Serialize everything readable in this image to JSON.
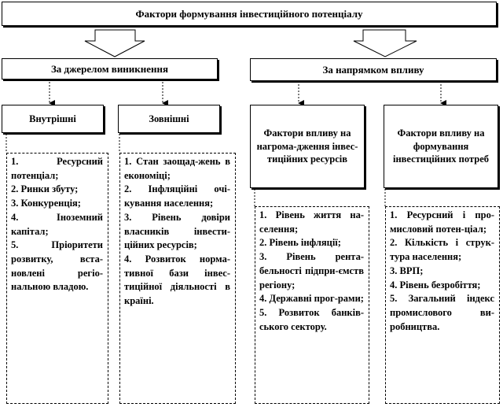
{
  "title": "Фактори формування інвестиційного потенціалу",
  "groups": {
    "source": "За джерелом виникнення",
    "direction": "За напрямком впливу"
  },
  "categories": {
    "internal": "Внутрішні",
    "external": "Зовнішні",
    "accumulation": "Фактори впливу на нагрома-дження інвес-тиційних ресурсів",
    "needs": "Фактори впливу на формування інвестиційних потреб"
  },
  "lists": {
    "internal": [
      "1. Ресурсний потенціал;",
      "2. Ринки збуту;",
      "3. Конкуренція;",
      "4. Іноземний капітал;",
      "5. Пріоритети розвитку, вста-новлені регіо-нальною владою."
    ],
    "external": [
      "1. Стан заощад-жень в економіці;",
      "2. Інфляційні очі-кування населення;",
      "3. Рівень довіри власників інвести-ційних ресурсів;",
      "4. Розвиток норма-тивної бази інвес-тиційної діяльності в країні."
    ],
    "accumulation": [
      "1. Рівень життя на-селення;",
      "2. Рівень інфляції;",
      "3. Рівень рента-бельності підпри-ємств регіону;",
      "4. Державні прог-рами;",
      "5. Розвиток банків-ського сектору."
    ],
    "needs": [
      "1. Ресурсний і про-мисловий потен-ціал;",
      "2. Кількість і струк-тура населення;",
      "3. ВРП;",
      "4. Рівень безробіття;",
      "5. Загальний індекс промислового ви-робництва."
    ]
  }
}
